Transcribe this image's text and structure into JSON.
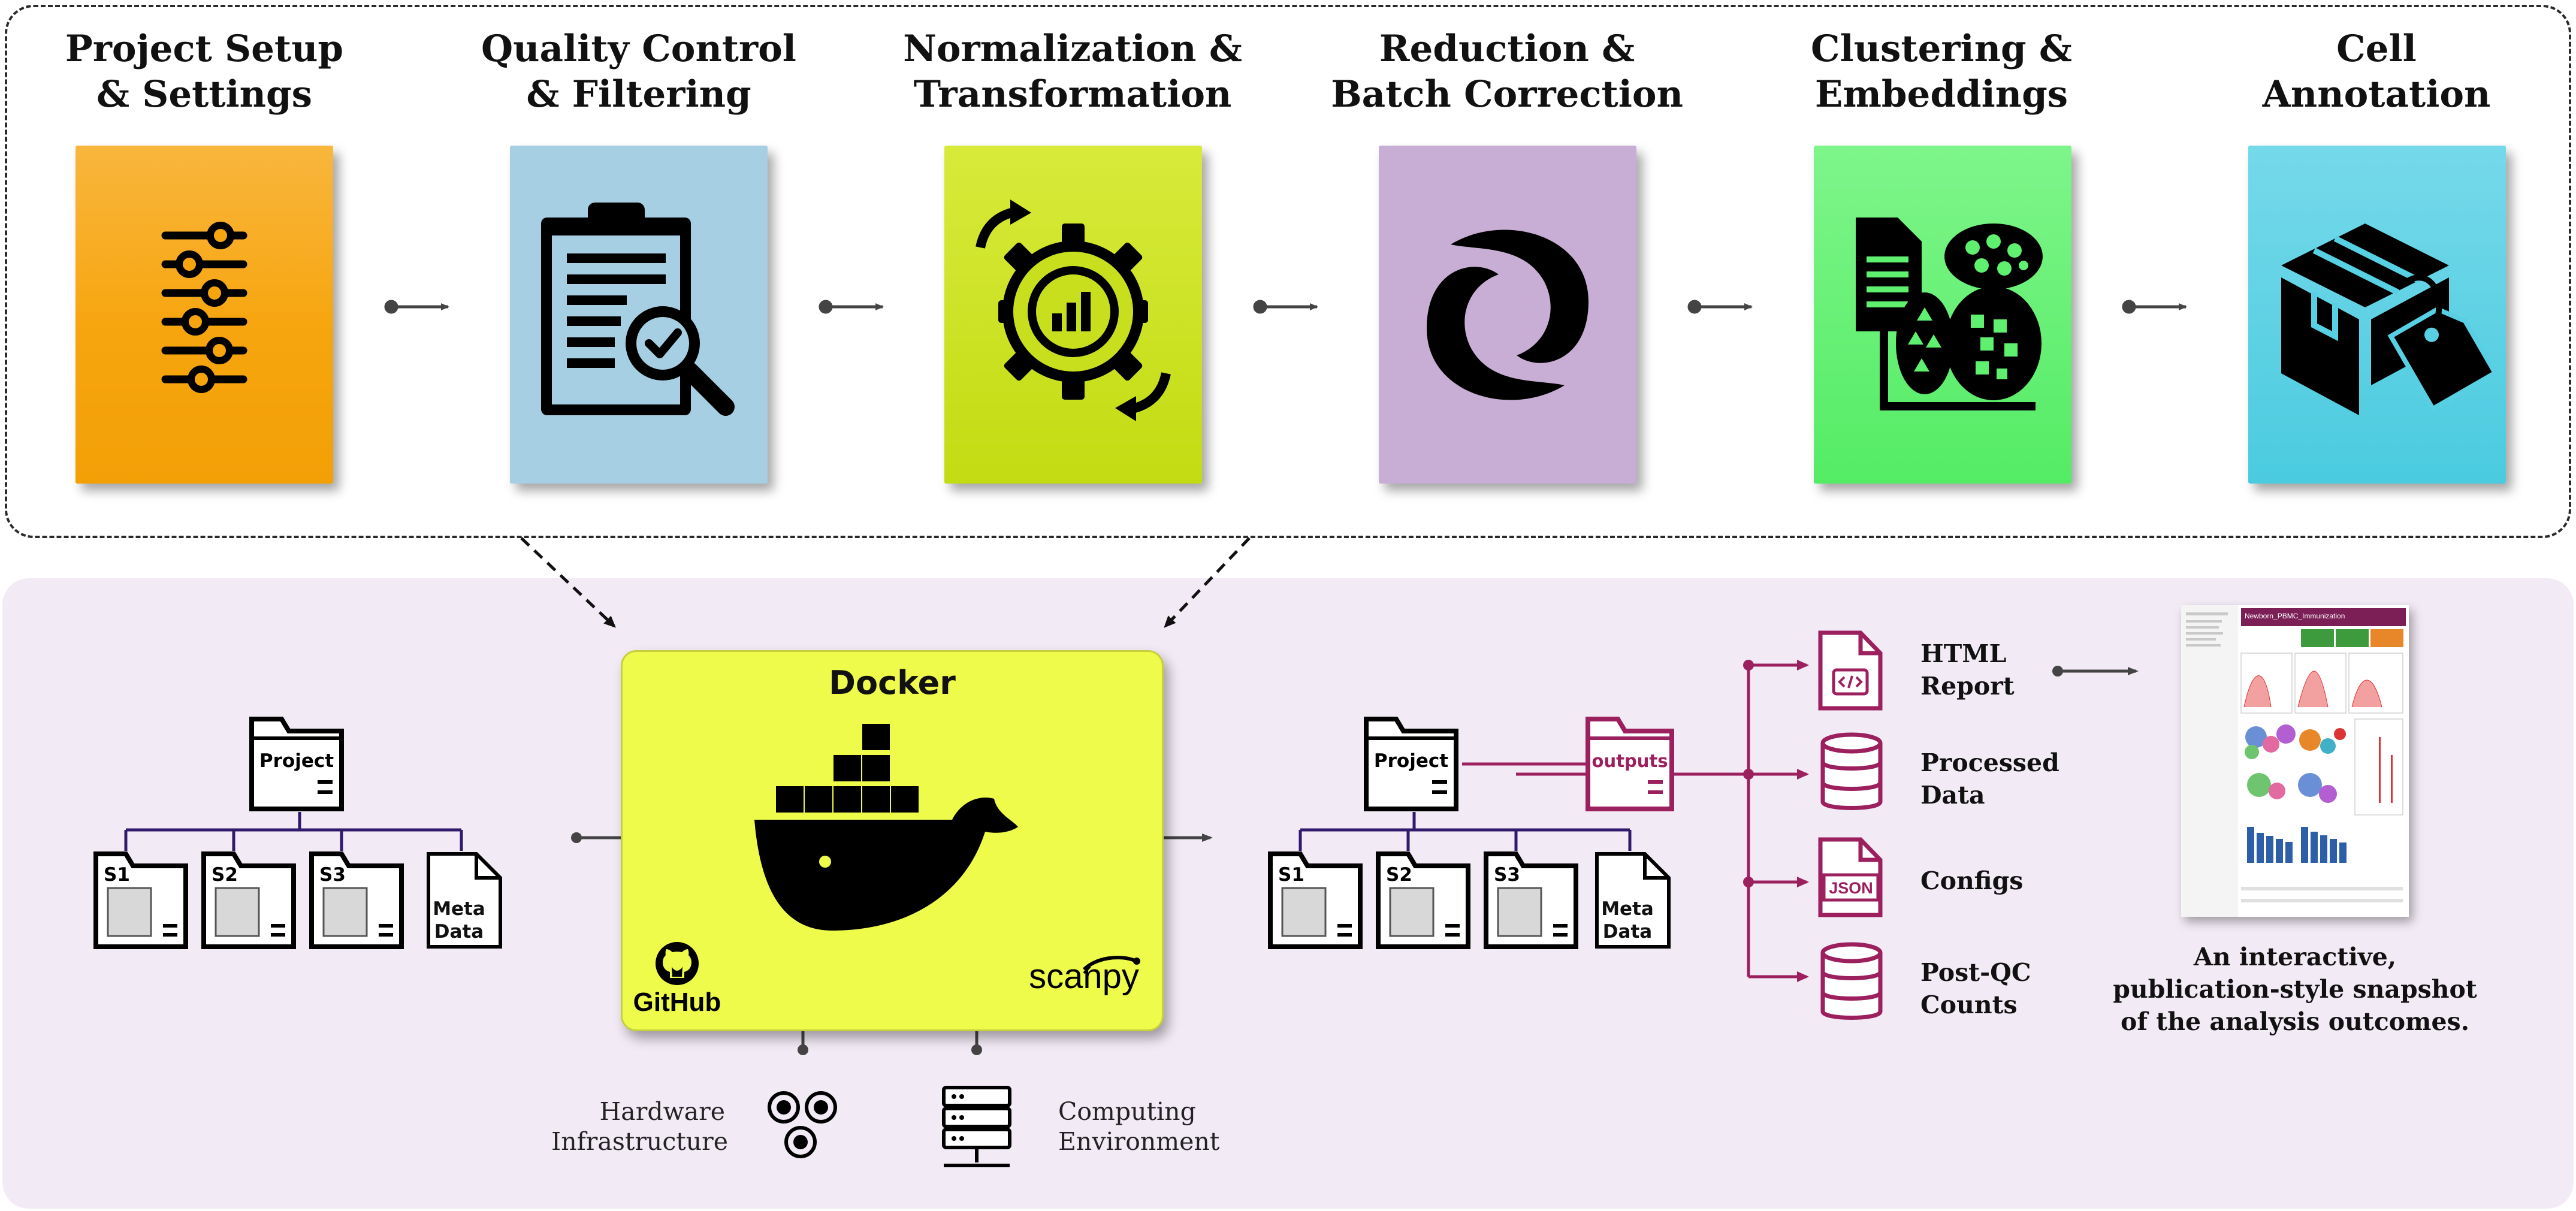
{
  "pipeline": {
    "stages": [
      {
        "title": "Project Setup\n& Settings",
        "icon": "sliders-icon",
        "color": "#f7a50e"
      },
      {
        "title": "Quality Control\n& Filtering",
        "icon": "clipboard-search-icon",
        "color": "#a7cfe3"
      },
      {
        "title": "Normalization &\nTransformation",
        "icon": "gear-chart-icon",
        "color": "#c8df1e"
      },
      {
        "title": "Reduction &\nBatch Correction",
        "icon": "swirl-icon",
        "color": "#c8aed4"
      },
      {
        "title": "Clustering &\nEmbeddings",
        "icon": "cluster-plot-icon",
        "color": "#5ef06e"
      },
      {
        "title": "Cell\nAnnotation",
        "icon": "box-tag-icon",
        "color": "#58d0e3"
      }
    ]
  },
  "input_tree": {
    "root": "Project",
    "samples": [
      "S1",
      "S2",
      "S3"
    ],
    "meta": "Meta\nData"
  },
  "docker": {
    "title": "Docker",
    "github": "GitHub",
    "scanpy": "scanpy",
    "accent": "#eefb4b"
  },
  "infrastructure": {
    "hardware": "Hardware\nInfrastructure",
    "computing": "Computing\nEnvironment"
  },
  "output_tree": {
    "root": "Project",
    "outputs": "outputs",
    "samples": [
      "S1",
      "S2",
      "S3"
    ],
    "meta": "Meta\nData",
    "accent": "#9c1f5e"
  },
  "outputs": [
    {
      "label": "HTML\nReport",
      "icon": "html-file-icon"
    },
    {
      "label": "Processed\nData",
      "icon": "database-icon"
    },
    {
      "label": "Configs",
      "icon": "json-file-icon",
      "badge": "JSON"
    },
    {
      "label": "Post-QC\nCounts",
      "icon": "database-icon"
    }
  ],
  "report": {
    "title": "Newborn_PBMC_Immunization"
  },
  "caption": "An interactive,\npublication-style snapshot\nof the analysis outcomes."
}
